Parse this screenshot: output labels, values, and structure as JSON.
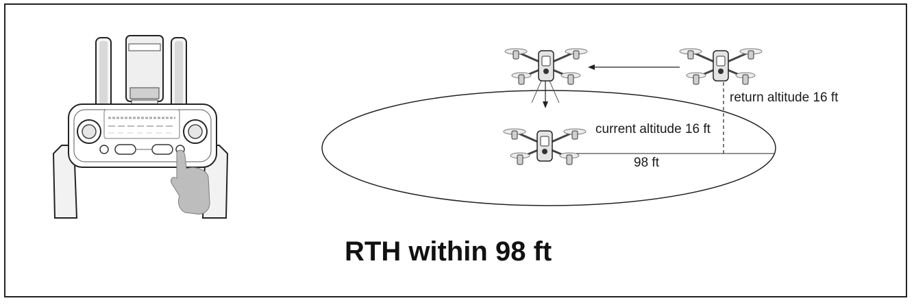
{
  "labels": {
    "return_altitude": "return altitude 16 ft",
    "current_altitude": "current altitude 16 ft",
    "distance": "98 ft"
  },
  "caption": "RTH within 98 ft",
  "colors": {
    "stroke": "#222222",
    "drone_body": "#e4e4e4",
    "finger": "#bdbdbd"
  }
}
